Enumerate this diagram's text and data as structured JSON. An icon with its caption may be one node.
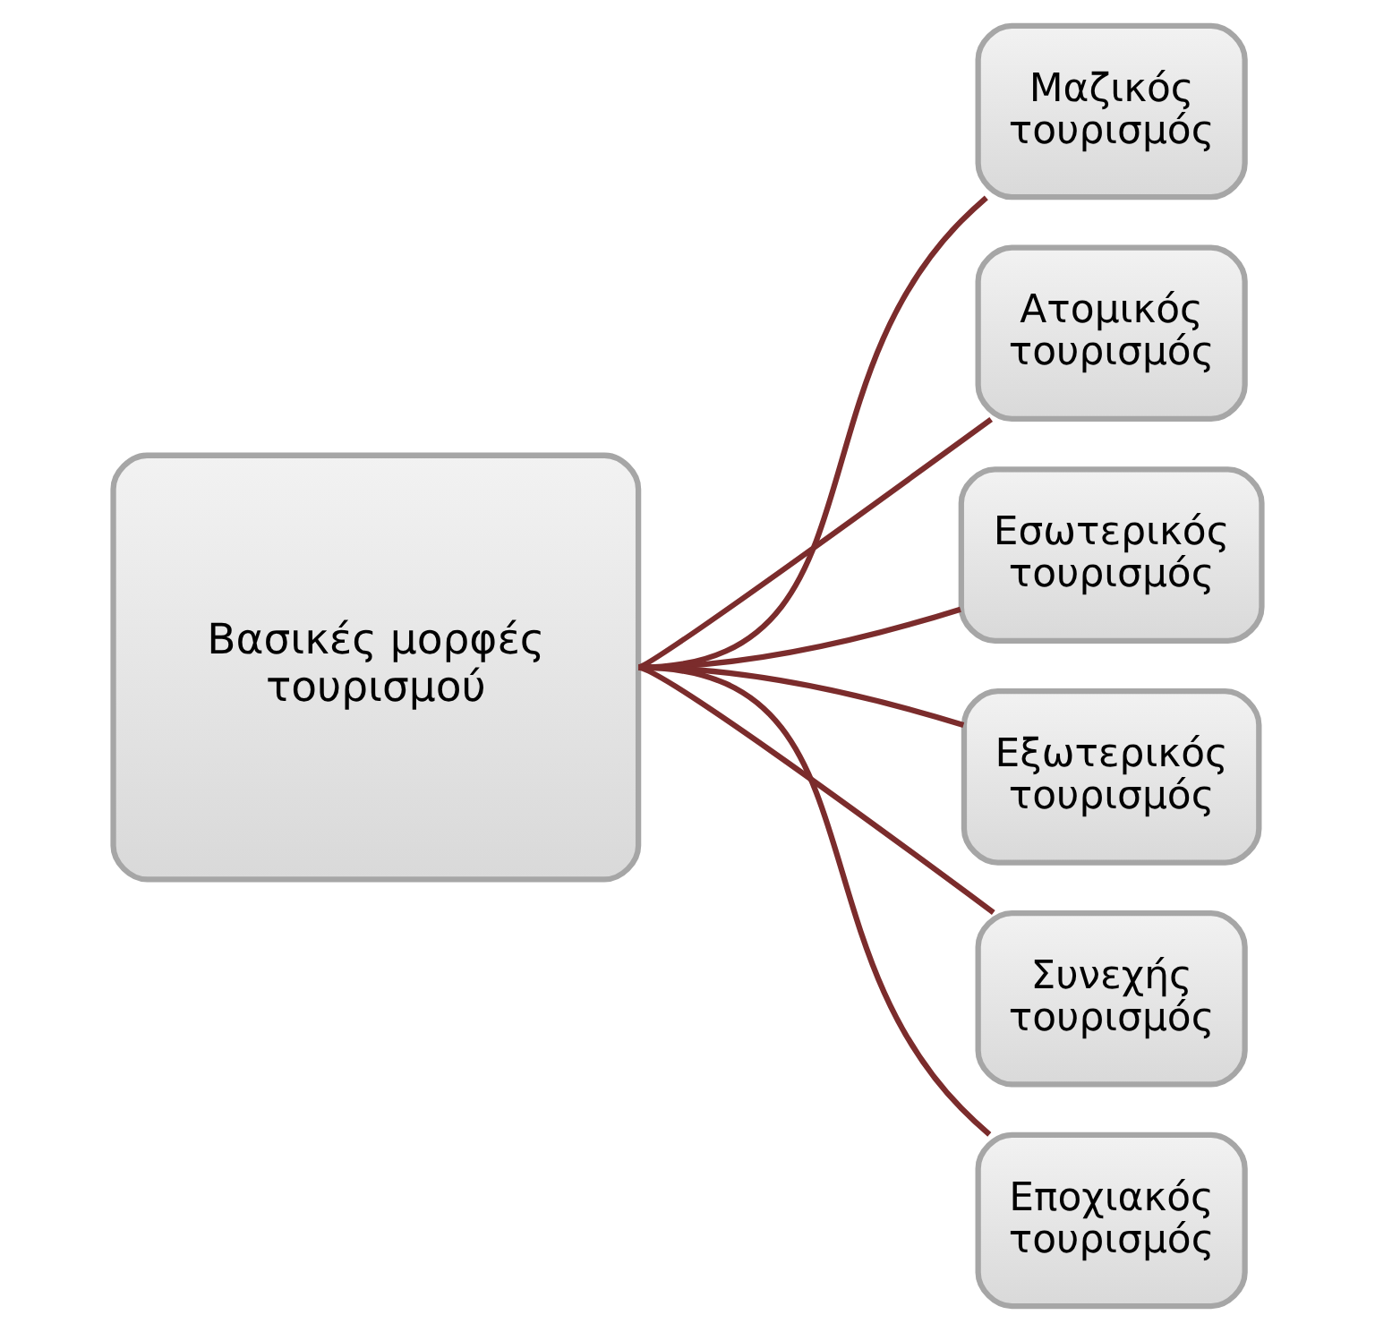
{
  "diagram": {
    "nodes": [
      {
        "text": [
          "Βασικές μορφές τουρισμού"
        ]
      },
      {
        "text": [
          "Μαζικός τουρισμός"
        ]
      },
      {
        "text": [
          "Ατομικός τουρισμός"
        ]
      },
      {
        "text": [
          "Εσωτερικός τουρισμός"
        ]
      },
      {
        "text": [
          "Εξωτερικός τουρισμός"
        ]
      },
      {
        "text": [
          "Συνεχής τουρισμός"
        ]
      },
      {
        "text": [
          "Εποχιακός τουρισμός"
        ]
      }
    ],
    "edges": [
      {
        "from": 0,
        "to": 1,
        "arrow": "none"
      },
      {
        "from": 0,
        "to": 2,
        "arrow": "none"
      },
      {
        "from": 0,
        "to": 3,
        "arrow": "none"
      },
      {
        "from": 0,
        "to": 4,
        "arrow": "none"
      },
      {
        "from": 0,
        "to": 5,
        "arrow": "none"
      },
      {
        "from": 0,
        "to": 6,
        "arrow": "none"
      }
    ]
  }
}
